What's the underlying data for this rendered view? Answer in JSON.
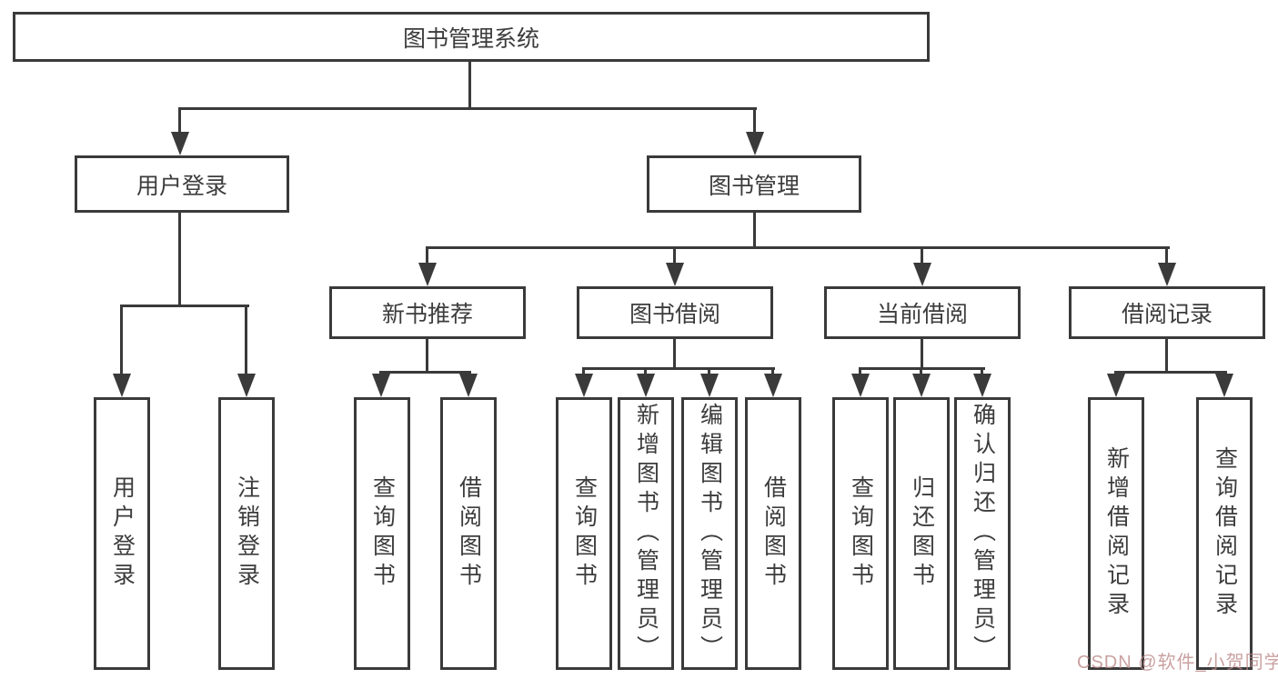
{
  "title": {
    "label": "图书管理系统"
  },
  "level2": [
    {
      "label": "用户登录"
    },
    {
      "label": "图书管理"
    }
  ],
  "level3": [
    {
      "label": "新书推荐",
      "parent": "图书管理"
    },
    {
      "label": "图书借阅",
      "parent": "图书管理"
    },
    {
      "label": "当前借阅",
      "parent": "图书管理"
    },
    {
      "label": "借阅记录",
      "parent": "图书管理"
    }
  ],
  "leaves": [
    {
      "label": "用户登录",
      "parent": "用户登录"
    },
    {
      "label": "注销登录",
      "parent": "用户登录"
    },
    {
      "label": "查询图书",
      "parent": "新书推荐"
    },
    {
      "label": "借阅图书",
      "parent": "新书推荐"
    },
    {
      "label": "查询图书",
      "parent": "图书借阅"
    },
    {
      "label": "新增图书（管理员）",
      "parent": "图书借阅"
    },
    {
      "label": "编辑图书（管理员）",
      "parent": "图书借阅"
    },
    {
      "label": "借阅图书",
      "parent": "图书借阅"
    },
    {
      "label": "查询图书",
      "parent": "当前借阅"
    },
    {
      "label": "归还图书",
      "parent": "当前借阅"
    },
    {
      "label": "确认归还（管理员）",
      "parent": "当前借阅"
    },
    {
      "label": "新增借阅记录",
      "parent": "借阅记录"
    },
    {
      "label": "查询借阅记录",
      "parent": "借阅记录"
    }
  ],
  "watermark": {
    "text": "CSDN @软件_小贺同学"
  },
  "colors": {
    "line": "#3a3a3a",
    "text": "#3c3c3c",
    "background": "#ffffff",
    "watermark_text": "#bb8686"
  }
}
